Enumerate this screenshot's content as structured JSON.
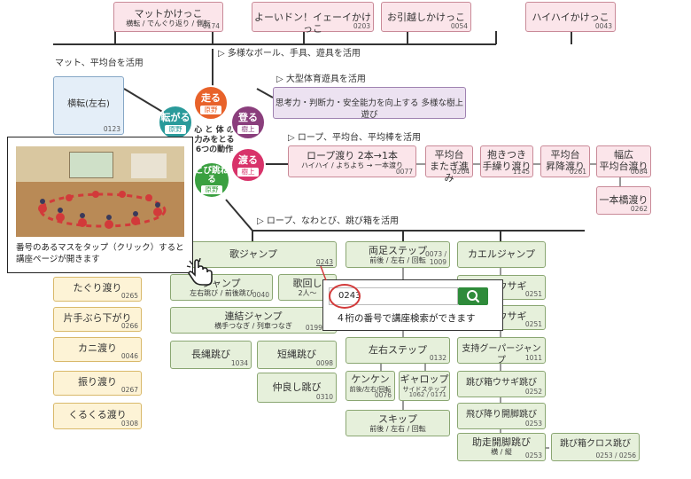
{
  "top_row": [
    {
      "title": "マットかけっこ",
      "sub": "横転 / でんぐり返り / 側転",
      "code": "0174"
    },
    {
      "title": "よーいドン！イェーイかけっこ",
      "sub": "",
      "code": "0203"
    },
    {
      "title": "お引越しかけっこ",
      "sub": "",
      "code": "0054"
    },
    {
      "title": "ハイハイかけっこ",
      "sub": "",
      "code": "0043"
    }
  ],
  "branch_labels": {
    "balls": "▷ 多様なボール、手具、遊具を活用",
    "mat": "マット、平均台を活用",
    "large": "▷ 大型体育遊具を活用",
    "rope_beam": "▷ ロープ、平均台、平均棒を活用",
    "rope_box": "▷ ロープ、なわとび、跳び箱を活用"
  },
  "center": {
    "l1": "心 と 体 の",
    "l2": "力みをとる",
    "l3": "6つの動作"
  },
  "circles": [
    {
      "title": "走る",
      "badge": "原野"
    },
    {
      "title": "転がる",
      "badge": "原野"
    },
    {
      "title": "登る",
      "badge": "樹上"
    },
    {
      "title": "渡る",
      "badge": "樹上"
    },
    {
      "title": "とび跳ねる",
      "badge": "原野"
    }
  ],
  "left_rolls": {
    "title": "横転(左右)",
    "code": "0123"
  },
  "tree_box": {
    "title": "思考力・判断力・安全能力を向上する 多様な樹上遊び"
  },
  "rope_row": [
    {
      "title": "ロープ渡り 2本→1本",
      "sub": "ハイハイ / よちよち → 一本渡り",
      "code": "0077"
    },
    {
      "title": "平均台",
      "sub": "またぎ進み",
      "code": "0204"
    },
    {
      "title": "抱きつき",
      "sub": "手繰り渡り",
      "code": "1145"
    },
    {
      "title": "平均台",
      "sub": "昇降渡り",
      "code": "0261"
    },
    {
      "title": "幅広",
      "sub": "平均台渡り",
      "code": "0084"
    },
    {
      "title": "一本橋渡り",
      "sub": "",
      "code": "0262"
    }
  ],
  "left_column": [
    {
      "title": "たぐり渡り",
      "code": "0265"
    },
    {
      "title": "片手ぶら下がり",
      "code": "0266"
    },
    {
      "title": "カニ渡り",
      "code": "0046"
    },
    {
      "title": "振り渡り",
      "code": "0267"
    },
    {
      "title": "くるくる渡り",
      "code": "0308"
    }
  ],
  "jump_col": {
    "header": "歌ジャンプ",
    "header_code": "0243",
    "box1_title": "ジャンプ",
    "box1_sub": "左右跳び / 前後跳び",
    "box1_code": "0040",
    "box2_title": "歌回し",
    "box2_sub": "2人～",
    "box3_title": "連結ジャンプ",
    "box3_sub": "横手つなぎ / 列車つなぎ",
    "box3_code": "0199 / 0",
    "box4_title": "長縄跳び",
    "box4_code": "1034",
    "box5_title": "短縄跳び",
    "box5_code": "0098",
    "box6_title": "仲良し跳び",
    "box6_code": "0310"
  },
  "step_col": [
    {
      "title": "両足ステップ",
      "sub": "前後 / 左右 / 回転",
      "code": "0073 / 1009"
    },
    {
      "title": "左右ステップ",
      "sub": "",
      "code": "0132"
    },
    {
      "title": "ケンケン",
      "sub": "前後/左右/回転",
      "code": "0076"
    },
    {
      "title": "ギャロップ",
      "sub": "サイドステップ",
      "code": "1062 / 0171"
    },
    {
      "title": "スキップ",
      "sub": "前後 / 左右 / 回転",
      "code": ""
    }
  ],
  "frog_col": [
    {
      "title": "カエルジャンプ",
      "sub": "",
      "code": ""
    },
    {
      "title": "ウサギ",
      "sub": "",
      "code": "0251"
    },
    {
      "title": "ウサギ",
      "sub": "",
      "code": "0251"
    },
    {
      "title": "支持グーパージャンプ",
      "sub": "",
      "code": "1011"
    },
    {
      "title": "跳び箱ウサギ跳び",
      "sub": "",
      "code": "0252"
    },
    {
      "title": "飛び降り開脚跳び",
      "sub": "",
      "code": "0253"
    },
    {
      "title": "助走開脚跳び",
      "sub": "横 / 縦",
      "code": "0253"
    },
    {
      "title": "跳び箱クロス跳び",
      "sub": "",
      "code": "0253 / 0256"
    }
  ],
  "video_popup": {
    "text": "番号のあるマスをタップ（クリック）すると講座ページが開きます"
  },
  "search_popup": {
    "value": "0243",
    "hint": "４桁の番号で講座検索ができます"
  },
  "colors": {
    "run": "#e8622a",
    "roll": "#2a9a9a",
    "climb": "#8a3e7c",
    "cross": "#d8336a",
    "jump": "#3aa040",
    "accent": "#2e8b3a"
  }
}
